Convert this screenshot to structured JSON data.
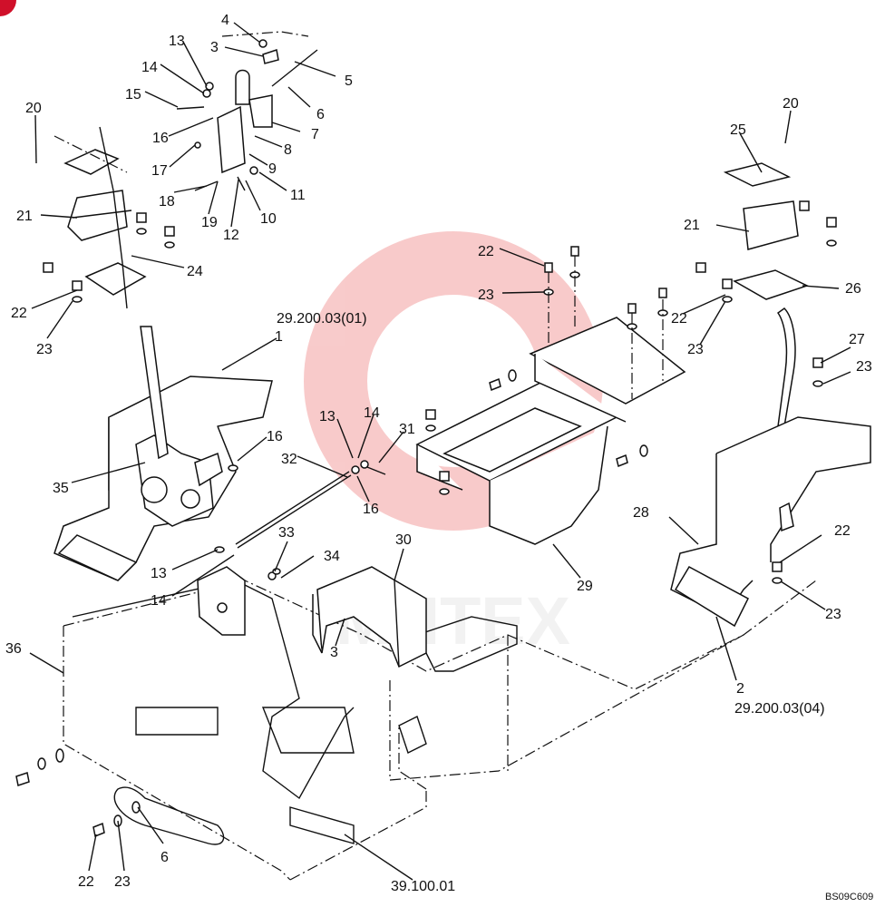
{
  "labels": {
    "c1": "1",
    "c2": "2",
    "c3a": "3",
    "c3b": "3",
    "c4": "4",
    "c5": "5",
    "c6a": "6",
    "c6b": "6",
    "c7": "7",
    "c8": "8",
    "c9": "9",
    "c10": "10",
    "c11": "11",
    "c12": "12",
    "c13a": "13",
    "c13b": "13",
    "c13c": "13",
    "c14a": "14",
    "c14b": "14",
    "c14c": "14",
    "c15": "15",
    "c16a": "16",
    "c16b": "16",
    "c16c": "16",
    "c17": "17",
    "c18": "18",
    "c19": "19",
    "c20a": "20",
    "c20b": "20",
    "c21a": "21",
    "c21b": "21",
    "c22a": "22",
    "c22b": "22",
    "c22c": "22",
    "c22d": "22",
    "c22e": "22",
    "c23a": "23",
    "c23b": "23",
    "c23c": "23",
    "c23d": "23",
    "c23e": "23",
    "c23f": "23",
    "c24": "24",
    "c25": "25",
    "c26": "26",
    "c27": "27",
    "c28": "28",
    "c29": "29",
    "c30": "30",
    "c31": "31",
    "c32": "32",
    "c33": "33",
    "c34": "34",
    "c35": "35",
    "c36": "36",
    "ref1": "29.200.03(01)",
    "ref2": "29.200.03(04)",
    "ref3": "39.100.01",
    "code": "BS09C609"
  },
  "watermark": {
    "text": "MHTEX",
    "color": "#f3a0a0"
  },
  "accent_color": "#d0102a"
}
